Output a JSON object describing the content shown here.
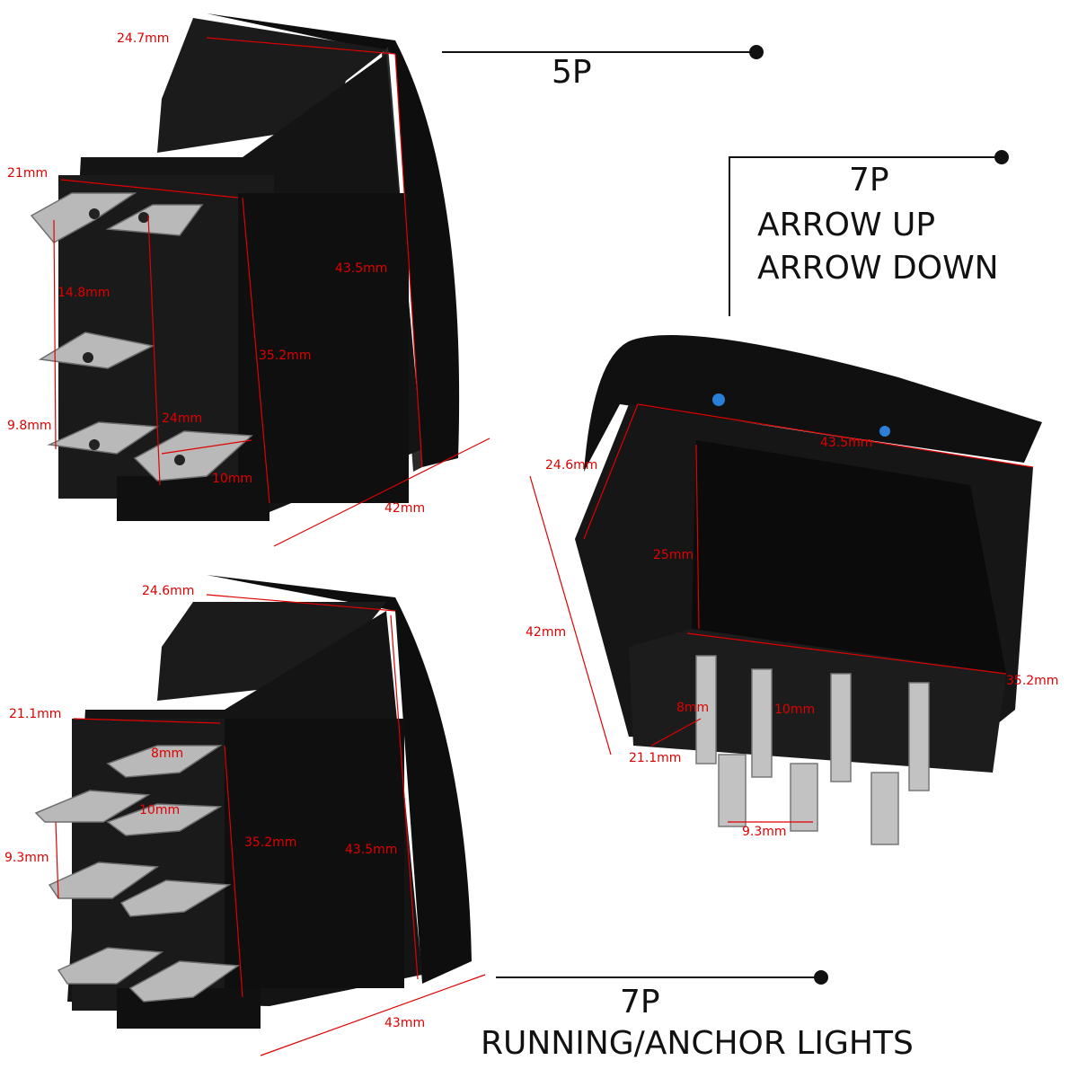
{
  "captions": {
    "top_left": {
      "title": "5P"
    },
    "right": {
      "title": "7P",
      "line1": "ARROW UP",
      "line2": "ARROW DOWN"
    },
    "bottom": {
      "title": "7P",
      "line1": "RUNNING/ANCHOR LIGHTS"
    }
  },
  "dims_top_left": {
    "width_top": "24.7mm",
    "width_side": "21mm",
    "pin_spacing_a": "14.8mm",
    "pin_spacing_b": "9.8mm",
    "height_full": "43.5mm",
    "height_body": "35.2mm",
    "pin_width": "24mm",
    "pin_short": "10mm",
    "depth": "42mm"
  },
  "dims_right": {
    "width_top": "24.6mm",
    "length_top": "43.5mm",
    "body_depth": "25mm",
    "depth": "42mm",
    "length_body": "35.2mm",
    "pin_a": "8mm",
    "pin_b": "10mm",
    "width_side": "21.1mm",
    "pin_spacing": "9.3mm"
  },
  "dims_bottom": {
    "width_top": "24.6mm",
    "width_side": "21.1mm",
    "pin_a": "8mm",
    "pin_b": "10mm",
    "pin_spacing": "9.3mm",
    "height_body": "35.2mm",
    "height_full": "43.5mm",
    "depth": "43mm"
  },
  "colors": {
    "dimension": "#e00000",
    "body": "#151515",
    "terminal": "#b8b8b8"
  }
}
